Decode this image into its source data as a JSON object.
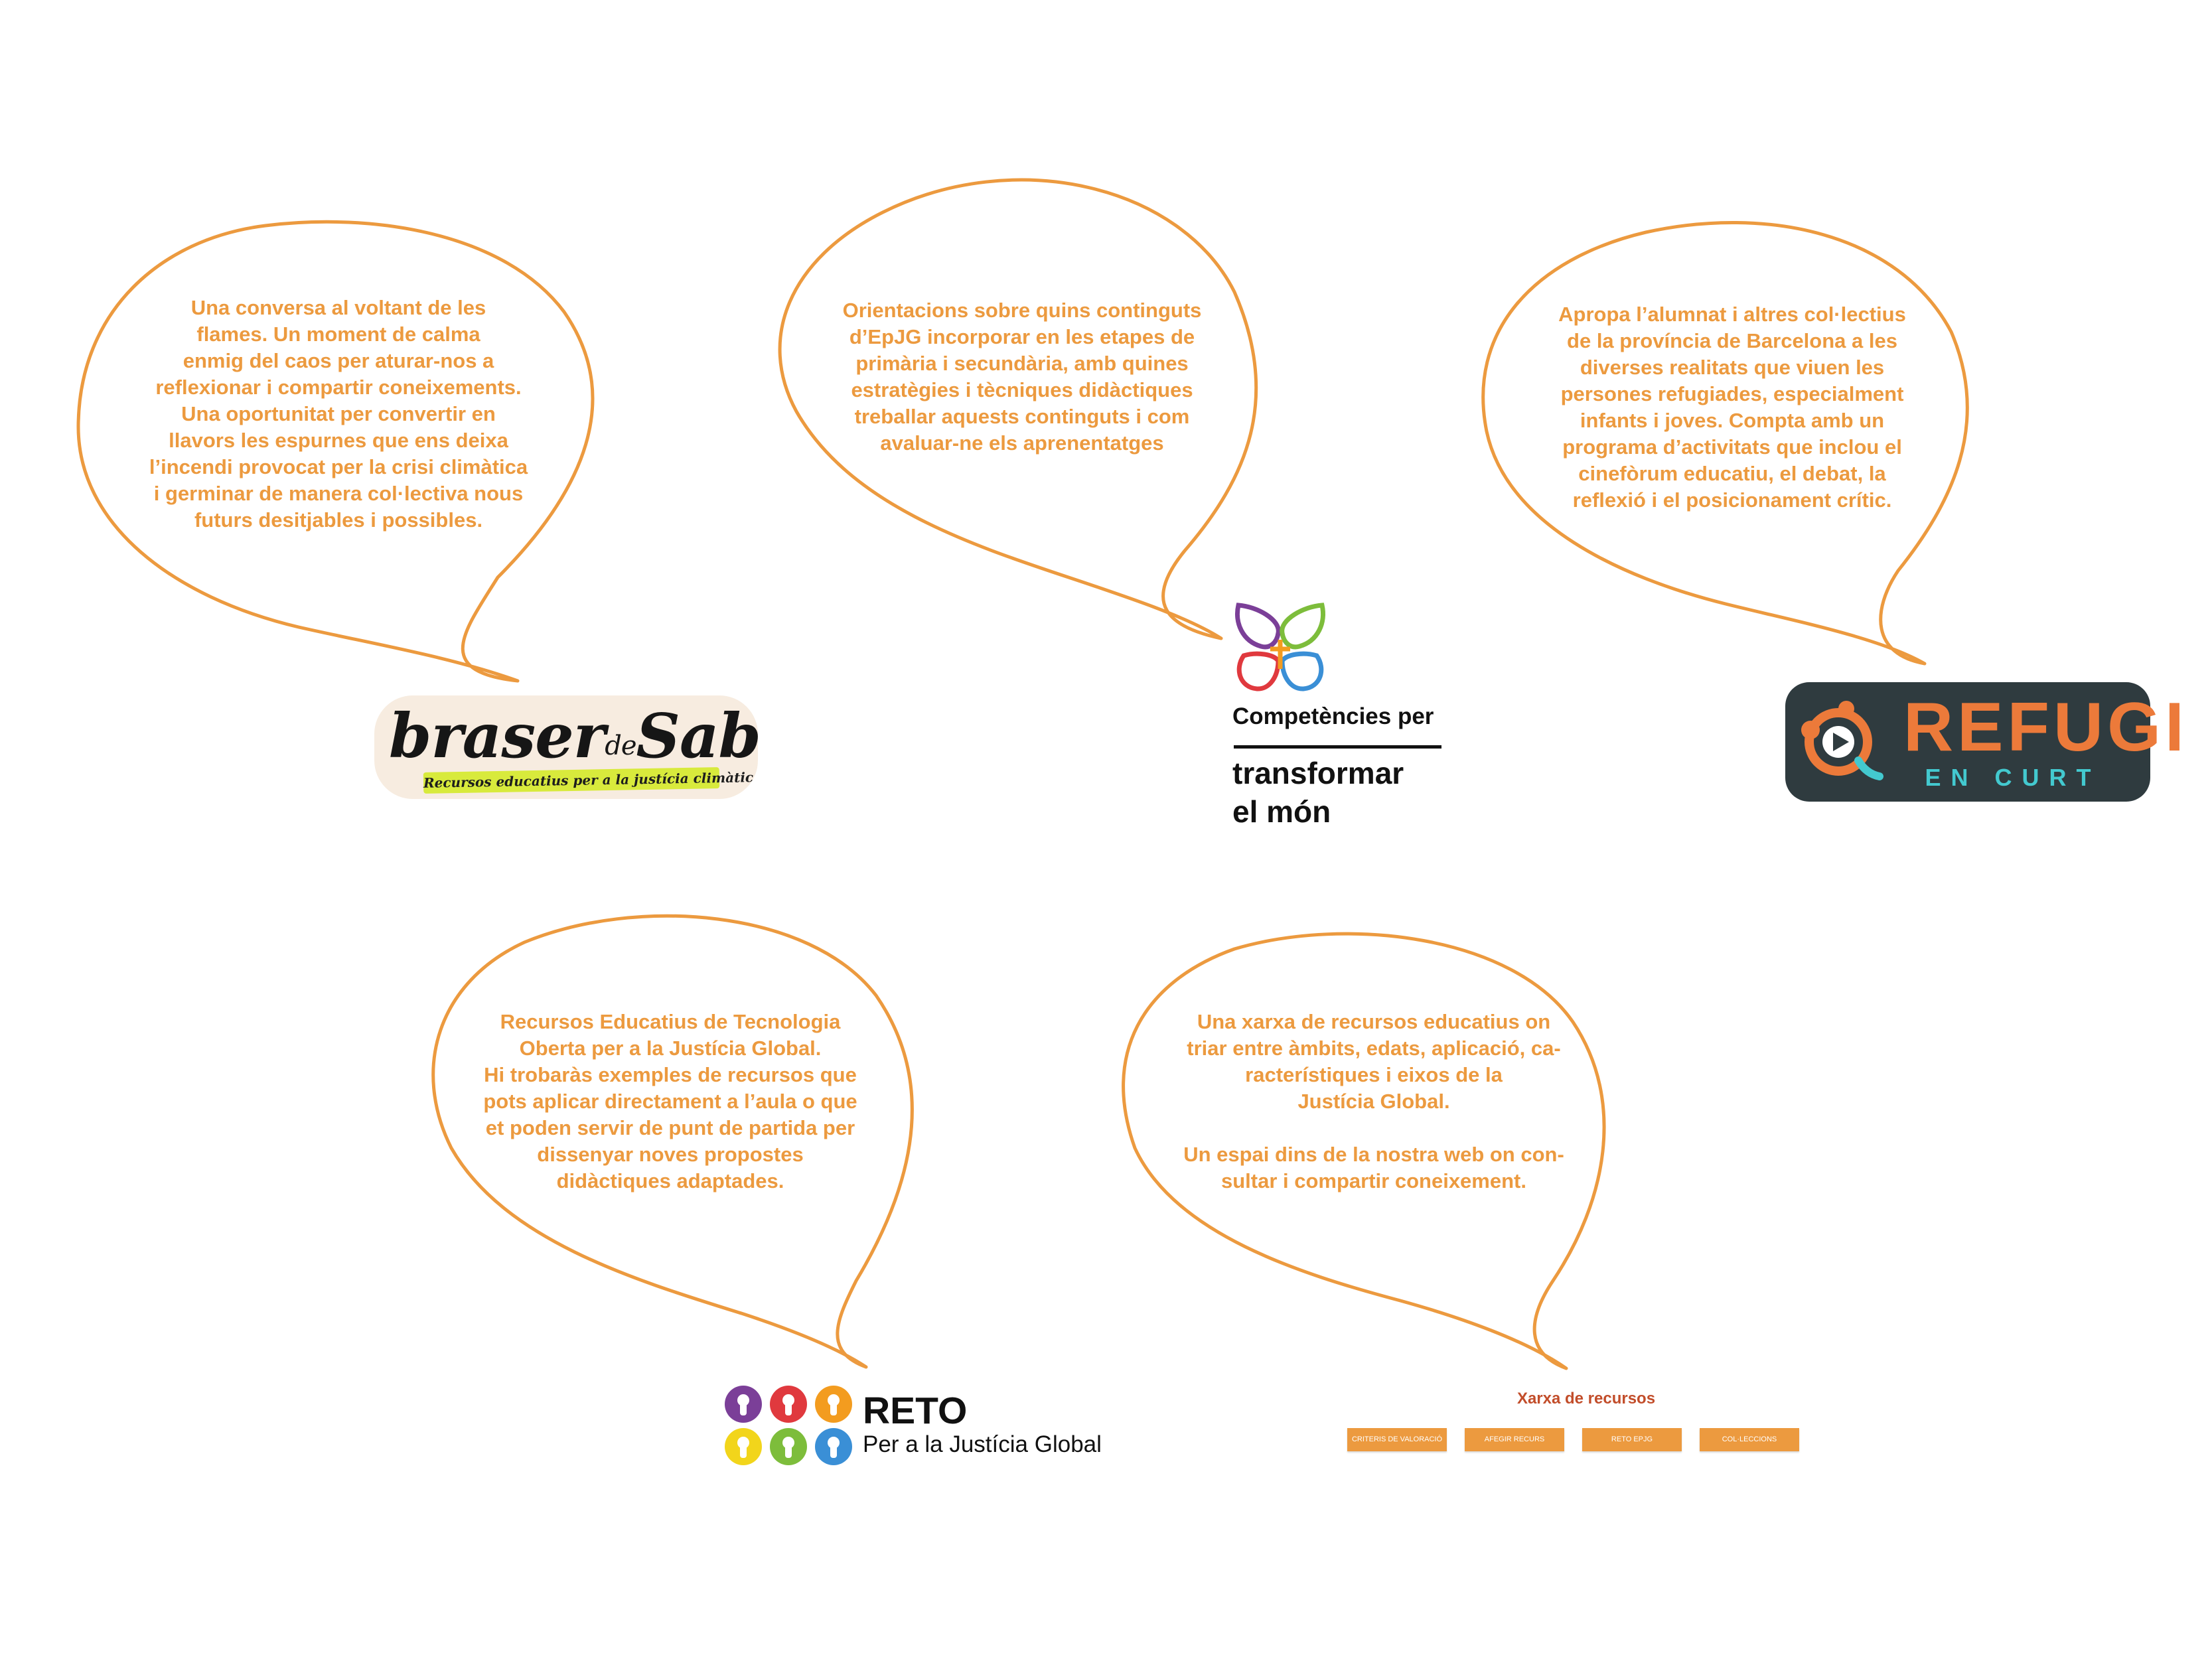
{
  "bubbles": {
    "braser": "Una conversa al voltant de les\nflames. Un moment de calma\nenmig del caos per aturar-nos a\nreflexionar i compartir coneixements.\nUna oportunitat per convertir en\nllavors les espurnes que ens deixa\nl’incendi provocat per la crisi climàtica\ni germinar de manera col·lectiva nous\nfuturs desitjables i possibles.",
    "competencies": "Orientacions sobre quins continguts\nd’EpJG incorporar en les etapes de\nprimària i secundària, amb quines\nestratègies i tècniques didàctiques\ntreballar aquests continguts i com\navaluar-ne els aprenentatges",
    "refugi": "Apropa l’alumnat i altres col·lectius\nde la província de Barcelona a les\ndiverses realitats que viuen les\npersones refugiades, especialment\ninfants i joves. Compta amb un\nprograma d’activitats que inclou el\ncinefòrum educatiu, el debat, la\nreflexió i el posicionament crític.",
    "reto": "Recursos Educatius de Tecnologia\nOberta per a la Justícia Global.\nHi trobaràs exemples de recursos que\npots aplicar directament a l’aula o que\net poden servir de punt de partida per\ndissenyar noves propostes\ndidàctiques adaptades.",
    "xarxa": "Una xarxa de recursos educatius on\ntriar entre àmbits, edats, aplicació, ca-\nracterístiques i eixos de la\nJustícia Global.\n\nUn espai dins de la nostra web on con-\nsultar i compartir coneixement."
  },
  "logos": {
    "braser": {
      "word_main": "braser",
      "word_de": "de",
      "word_end": "Sabers",
      "tagline": "Recursos educatius per a la justícia climàtica"
    },
    "competencies": {
      "title": "Competències per",
      "line2": "transformar",
      "line3": "el món"
    },
    "refugi": {
      "title": "REFUGI",
      "subtitle": "EN CURT"
    },
    "reto": {
      "title": "RETO",
      "subtitle": "Per a la Justícia Global"
    }
  },
  "xarxa": {
    "title": "Xarxa de recursos",
    "buttons": [
      "CRITERIS DE VALORACIÓ",
      "AFEGIR RECURS",
      "RETO EPJG",
      "COL·LECCIONS"
    ]
  },
  "colors": {
    "accent": "#ec9a3f",
    "xarxa_title": "#c24d2a",
    "refugi_bg": "#2f3b3f",
    "refugi_orange": "#ec7a3a",
    "refugi_teal": "#43c9cf",
    "braser_tag": "#d8ea3c",
    "reto_dots": [
      "#7b3f98",
      "#e0393e",
      "#f39c1f",
      "#f2d51b",
      "#7dbd3b",
      "#3a8fd6"
    ]
  }
}
